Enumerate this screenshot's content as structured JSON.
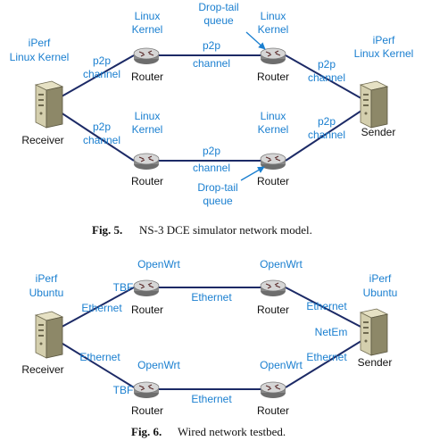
{
  "colors": {
    "blue": "#1a7fd0",
    "black": "#111111",
    "link": "#1c2a66"
  },
  "fig5": {
    "caption_num": "Fig. 5.",
    "caption_text": "NS-3 DCE simulator network model.",
    "top_left_router_kernel": [
      "Linux",
      "Kernel"
    ],
    "top_right_router_kernel": [
      "Linux",
      "Kernel"
    ],
    "bottom_left_router_kernel": [
      "Linux",
      "Kernel"
    ],
    "bottom_right_router_kernel": [
      "Linux",
      "Kernel"
    ],
    "top_queue": [
      "Drop-tail",
      "queue"
    ],
    "bottom_queue": [
      "Drop-tail",
      "queue"
    ],
    "receiver_stack": [
      "iPerf",
      "Linux Kernel"
    ],
    "sender_stack": [
      "iPerf",
      "Linux Kernel"
    ],
    "link_label": [
      "p2p",
      "channel"
    ],
    "router_label": "Router",
    "receiver_label": "Receiver",
    "sender_label": "Sender"
  },
  "fig6": {
    "caption_num": "Fig. 6.",
    "caption_text": "Wired network testbed.",
    "router_os": "OpenWrt",
    "host_stack": [
      "iPerf",
      "Ubuntu"
    ],
    "link_label": "Ethernet",
    "tbf_label": "TBF",
    "netem_label": "NetEm",
    "router_label": "Router",
    "receiver_label": "Receiver",
    "sender_label": "Sender"
  }
}
